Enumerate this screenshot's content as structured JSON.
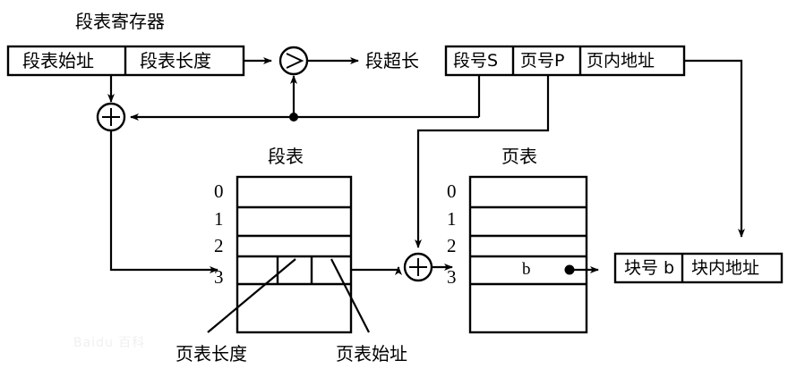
{
  "diagram": {
    "title_register": "段表寄存器",
    "register": {
      "base_label": "段表始址",
      "length_label": "段表长度"
    },
    "comparator": {
      "symbol": ">",
      "out_label": "段超长"
    },
    "virtual_address": {
      "seg_label": "段号S",
      "page_label": "页号P",
      "offset_label": "页内地址"
    },
    "segment_table": {
      "title": "段表",
      "row_indices": [
        "0",
        "1",
        "2",
        "3"
      ],
      "field_labels": {
        "page_table_length": "页表长度",
        "page_table_base": "页表始址"
      }
    },
    "page_table": {
      "title": "页表",
      "row_indices": [
        "0",
        "1",
        "2",
        "3"
      ],
      "entry_value": "b"
    },
    "adders": {
      "seg_adder_symbol": "+",
      "page_adder_symbol": "+"
    },
    "physical_address": {
      "block_label": "块号 b",
      "offset_label": "块内地址"
    },
    "watermark": "Baidu 百科",
    "colors": {
      "stroke": "#000000",
      "background": "#ffffff"
    }
  }
}
